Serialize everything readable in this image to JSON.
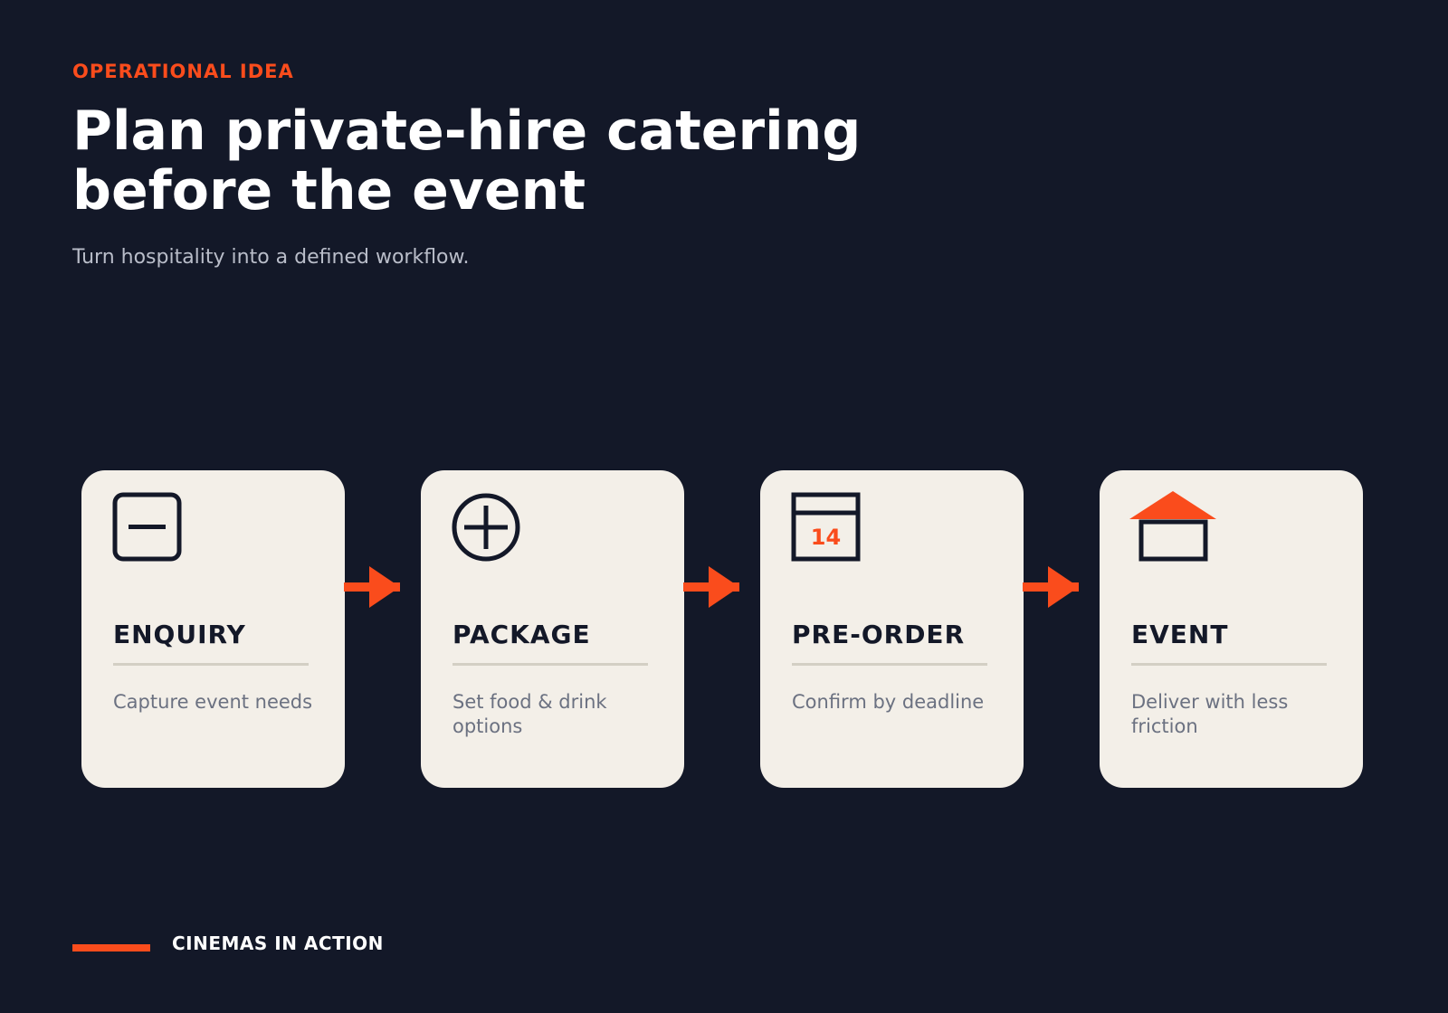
{
  "eyebrow": "OPERATIONAL IDEA",
  "title_lines": [
    "Plan private-hire catering",
    "before the event"
  ],
  "subtitle": "Turn hospitality into a defined workflow.",
  "steps": [
    {
      "title": "ENQUIRY",
      "description": "Capture event needs",
      "icon": "minus-square-icon"
    },
    {
      "title": "PACKAGE",
      "description": "Set food & drink options",
      "icon": "plus-circle-icon"
    },
    {
      "title": "PRE-ORDER",
      "description": "Confirm by deadline",
      "icon": "calendar-icon",
      "icon_text": "14"
    },
    {
      "title": "EVENT",
      "description": "Deliver with less friction",
      "icon": "house-icon"
    }
  ],
  "footer": {
    "label": "CINEMAS IN ACTION"
  },
  "colors": {
    "background": "#131828",
    "accent": "#fa4c1c",
    "card": "#f3efe8",
    "ink": "#131828",
    "muted": "#6b7181"
  }
}
